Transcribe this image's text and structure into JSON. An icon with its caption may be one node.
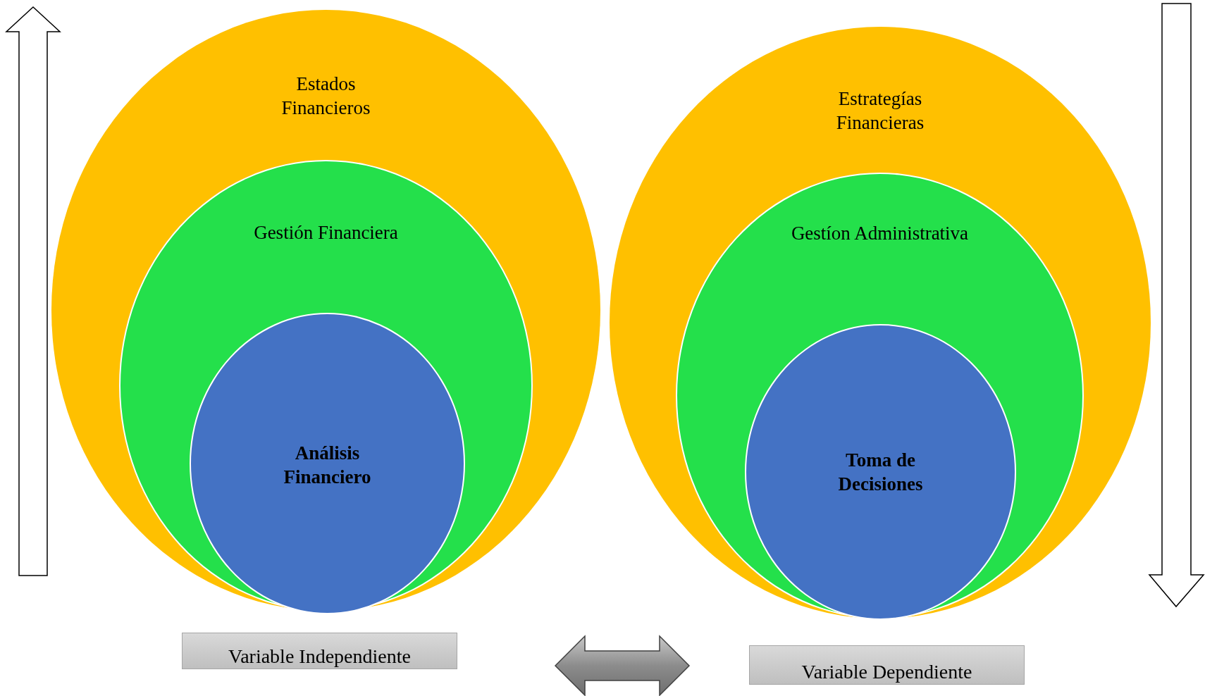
{
  "diagram": {
    "nodes": [
      {
        "text": [
          "Estados Financieros"
        ]
      },
      {
        "text": [
          "Gestión Financiera"
        ],
        "in": 0
      },
      {
        "text": [
          "Análisis Financiero"
        ],
        "in": 1
      },
      {
        "text": [
          "Estrategías Financieras"
        ]
      },
      {
        "text": [
          "Gestíon Administrativa"
        ],
        "in": 3
      },
      {
        "text": [
          "Toma de Decisiones"
        ],
        "in": 4
      },
      {
        "text": [
          "Variable Independiente"
        ]
      },
      {
        "text": [
          "Variable Dependiente"
        ]
      }
    ],
    "edges": [
      {
        "from": 6,
        "to": 7,
        "arrow": "both"
      }
    ]
  }
}
